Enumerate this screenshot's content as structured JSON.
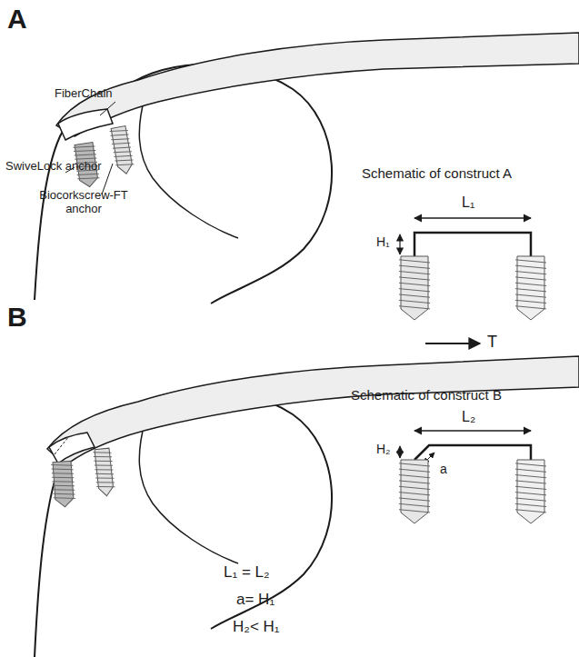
{
  "diagram": {
    "labels": [
      "A",
      "FiberChain",
      "SwiveLock anchor",
      "Biocorkscrew-FT anchor",
      "Schematic of construct A",
      "L₁",
      "H₁",
      "B",
      "T",
      "Schematic of construct B",
      "H₂",
      "L₂",
      "a",
      "L₁ = L₂",
      "a= H₁",
      "H₂< H₁"
    ]
  }
}
